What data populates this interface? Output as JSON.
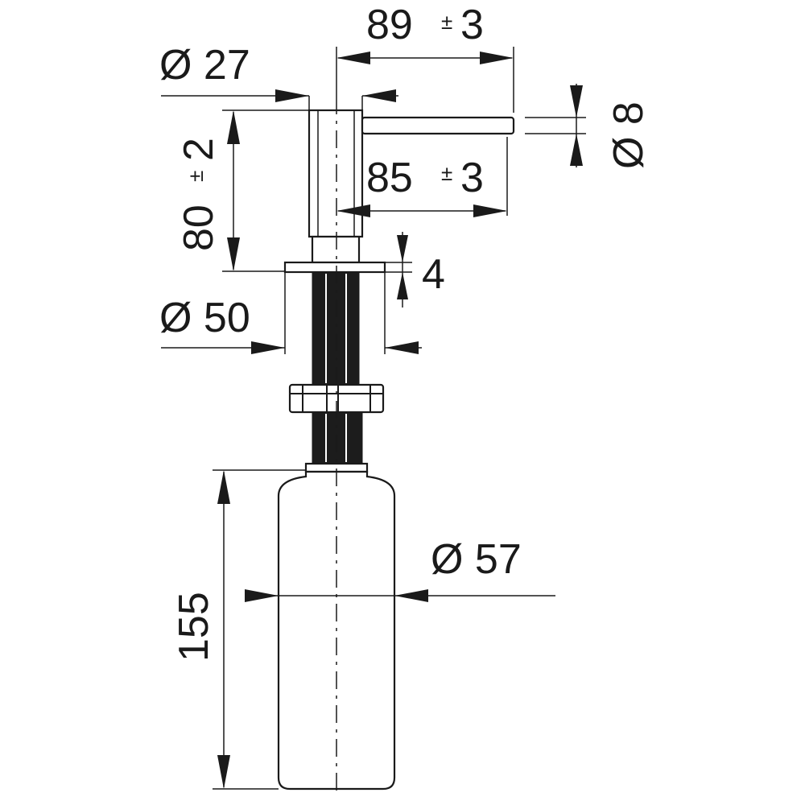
{
  "diagram": {
    "colors": {
      "line": "#1a1a1a",
      "fill_dark": "#1c1c1c",
      "background": "#ffffff"
    },
    "dimensions": {
      "spout_length": {
        "value": "89",
        "tolerance": "±",
        "tol_value": "3"
      },
      "head_diameter": {
        "value": "Ø 27"
      },
      "spout_diameter": {
        "value": "Ø 8"
      },
      "spout_reach": {
        "value": "85",
        "tolerance": "±",
        "tol_value": "3"
      },
      "head_height": {
        "value": "80",
        "tolerance": "±",
        "tol_value": "2"
      },
      "flange_thickness": {
        "value": "4"
      },
      "flange_diameter": {
        "value": "Ø 50"
      },
      "bottle_diameter": {
        "value": "Ø 57"
      },
      "bottle_height": {
        "value": "155"
      }
    }
  }
}
